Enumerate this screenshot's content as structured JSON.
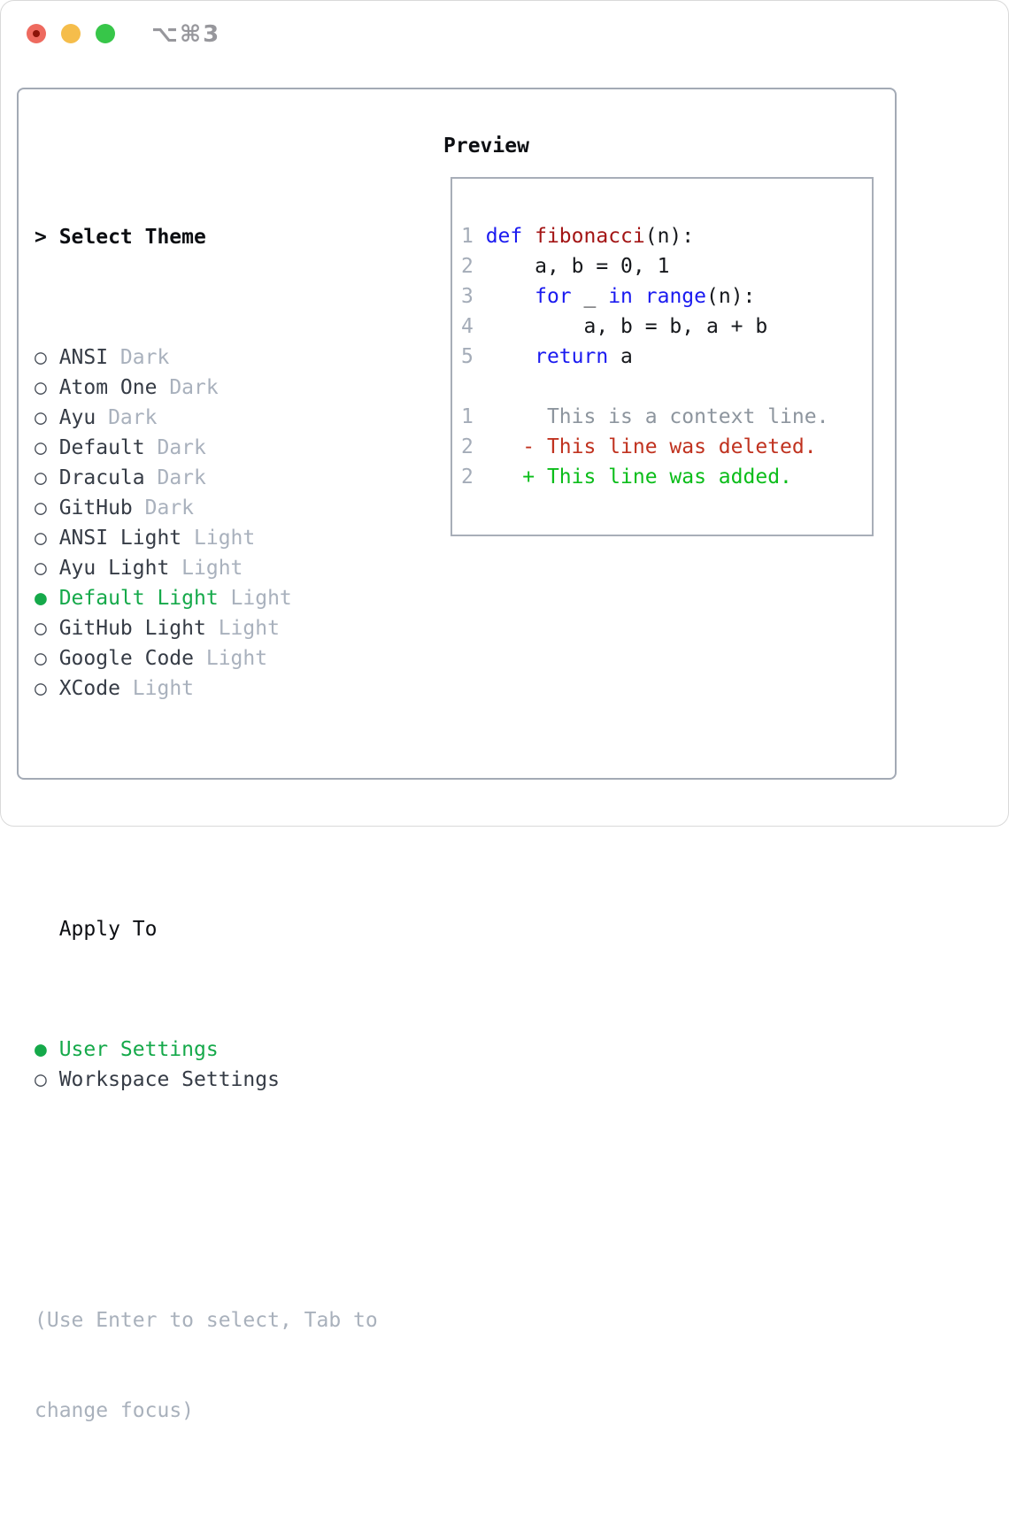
{
  "window": {
    "shortcut_label": "⌥⌘3"
  },
  "colors": {
    "ui_green": "#15a94a",
    "text_primary": "#363c46",
    "text_heading": "#0c0e12",
    "text_muted": "#a9b1bd",
    "bullet": "#4a505a",
    "hint": "#a9b1bc",
    "panel_border": "#a3aab5",
    "box_border": "#a8aeb8",
    "window_border": "#d9d9d9",
    "shortcut": "#97979c",
    "traffic_red": "#ee6a5f",
    "traffic_red_dot": "#8c1409",
    "traffic_yellow": "#f5bd4b",
    "traffic_green": "#37c649",
    "lineno": "#a4acb8",
    "code_plain": "#16181c",
    "keyword": "#1a1af0",
    "function": "#a31515",
    "context": "#8d959e",
    "deleted": "#c0321f",
    "added": "#0bbd1a"
  },
  "glyphs": {
    "cursor": ">",
    "radio_on": "●",
    "radio_off": "○"
  },
  "theme_panel": {
    "title": "Select Theme",
    "themes": [
      {
        "name": "ANSI",
        "variant": "Dark",
        "selected": false
      },
      {
        "name": "Atom One",
        "variant": "Dark",
        "selected": false
      },
      {
        "name": "Ayu",
        "variant": "Dark",
        "selected": false
      },
      {
        "name": "Default",
        "variant": "Dark",
        "selected": false
      },
      {
        "name": "Dracula",
        "variant": "Dark",
        "selected": false
      },
      {
        "name": "GitHub",
        "variant": "Dark",
        "selected": false
      },
      {
        "name": "ANSI Light",
        "variant": "Light",
        "selected": false
      },
      {
        "name": "Ayu Light",
        "variant": "Light",
        "selected": false
      },
      {
        "name": "Default Light",
        "variant": "Light",
        "selected": true
      },
      {
        "name": "GitHub Light",
        "variant": "Light",
        "selected": false
      },
      {
        "name": "Google Code",
        "variant": "Light",
        "selected": false
      },
      {
        "name": "XCode",
        "variant": "Light",
        "selected": false
      }
    ],
    "apply_to": {
      "title": "Apply To",
      "options": [
        {
          "label": "User Settings",
          "selected": true
        },
        {
          "label": "Workspace Settings",
          "selected": false
        }
      ]
    },
    "hint_lines": [
      "(Use Enter to select, Tab to",
      "change focus)"
    ]
  },
  "preview": {
    "title": "Preview",
    "lines": [
      {
        "tokens": [
          {
            "s": "1 ",
            "c": "lineno"
          },
          {
            "s": "def",
            "c": "keyword"
          },
          {
            "s": " ",
            "c": "code_plain"
          },
          {
            "s": "fibonacci",
            "c": "function"
          },
          {
            "s": "(n):",
            "c": "code_plain"
          }
        ]
      },
      {
        "tokens": [
          {
            "s": "2 ",
            "c": "lineno"
          },
          {
            "s": "    a, b = 0, 1",
            "c": "code_plain"
          }
        ]
      },
      {
        "tokens": [
          {
            "s": "3 ",
            "c": "lineno"
          },
          {
            "s": "    ",
            "c": "code_plain"
          },
          {
            "s": "for",
            "c": "keyword"
          },
          {
            "s": " _ ",
            "c": "code_plain"
          },
          {
            "s": "in",
            "c": "keyword"
          },
          {
            "s": " ",
            "c": "code_plain"
          },
          {
            "s": "range",
            "c": "keyword"
          },
          {
            "s": "(n):",
            "c": "code_plain"
          }
        ]
      },
      {
        "tokens": [
          {
            "s": "4 ",
            "c": "lineno"
          },
          {
            "s": "        a, b = b, a + b",
            "c": "code_plain"
          }
        ]
      },
      {
        "tokens": [
          {
            "s": "5 ",
            "c": "lineno"
          },
          {
            "s": "    ",
            "c": "code_plain"
          },
          {
            "s": "return",
            "c": "keyword"
          },
          {
            "s": " a",
            "c": "code_plain"
          }
        ]
      },
      {
        "tokens": []
      },
      {
        "tokens": [
          {
            "s": "1 ",
            "c": "lineno"
          },
          {
            "s": "     This is a context line.",
            "c": "context"
          }
        ]
      },
      {
        "tokens": [
          {
            "s": "2 ",
            "c": "lineno"
          },
          {
            "s": "   ",
            "c": "code_plain"
          },
          {
            "s": "- This line was deleted.",
            "c": "deleted"
          }
        ]
      },
      {
        "tokens": [
          {
            "s": "2 ",
            "c": "lineno"
          },
          {
            "s": "   ",
            "c": "code_plain"
          },
          {
            "s": "+ This line was added.",
            "c": "added"
          }
        ]
      }
    ]
  }
}
